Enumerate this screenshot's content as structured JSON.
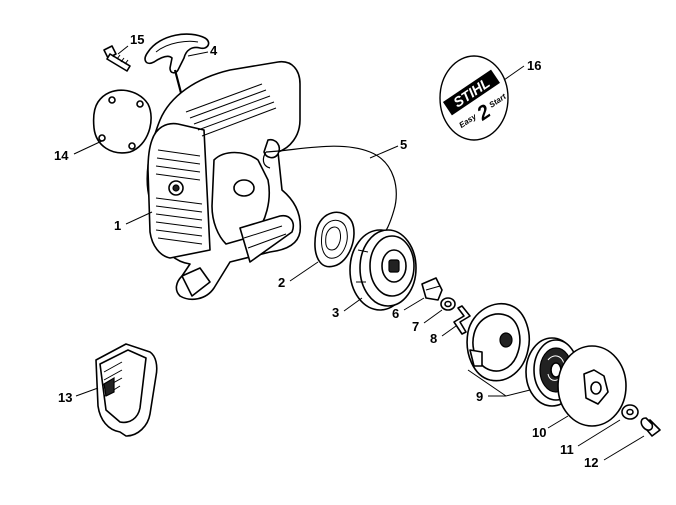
{
  "callouts": {
    "c1": "1",
    "c2": "2",
    "c3": "3",
    "c4": "4",
    "c5": "5",
    "c6": "6",
    "c7": "7",
    "c8": "8",
    "c9": "9",
    "c10": "10",
    "c11": "11",
    "c12": "12",
    "c13": "13",
    "c14": "14",
    "c15": "15",
    "c16": "16"
  },
  "decal": {
    "brand": "STIHL",
    "slogan_left": "Easy",
    "slogan_num": "2",
    "slogan_right": "Start"
  }
}
